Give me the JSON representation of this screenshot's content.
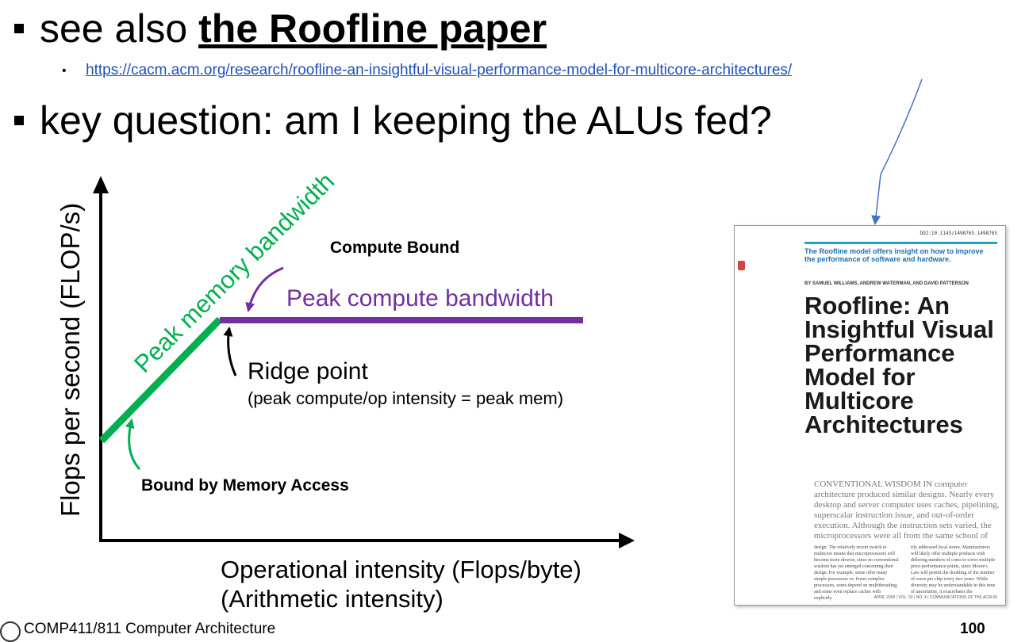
{
  "slide": {
    "line1_prefix": "see also",
    "line1_strong": "the Roofline paper",
    "link_bullet": "•",
    "link_url": "https://cacm.acm.org/research/roofline-an-insightful-visual-performance-model-for-multicore-architectures/",
    "line2": "key question: am I keeping the ALUs fed?"
  },
  "diagram": {
    "y_axis_label": "Flops per second (FLOP/s)",
    "x_axis_label_1": "Operational intensity (Flops/byte)",
    "x_axis_label_2": "(Arithmetic intensity)",
    "mem_label": "Peak memory bandwidth",
    "compute_label": "Peak compute bandwidth",
    "compute_bound": "Compute Bound",
    "ridge_title": "Ridge point",
    "ridge_sub": "(peak compute/op intensity = peak mem)",
    "memory_bound": "Bound by Memory Access",
    "colors": {
      "memory": "#00b050",
      "compute": "#7030a0",
      "axis": "#000000",
      "arrow": "#4472c4"
    }
  },
  "paper": {
    "doi": "DOI:10.1145/1498765.1498785",
    "tagline": "The Roofline model offers insight on how to improve the performance of software and hardware.",
    "authors": "BY SAMUEL WILLIAMS, ANDREW WATERMAN, AND DAVID PATTERSON",
    "title": "Roofline: An Insightful Visual Performance Model for Multicore Architectures",
    "lead": "CONVENTIONAL WISDOM IN computer architecture produced similar designs. Nearly every desktop and server computer uses caches, pipelining, superscalar instruction issue, and out-of-order execution. Although the instruction sets varied, the microprocessors were all from the same school of",
    "col1": "design. The relatively recent switch to multicore means that microprocessors will become more diverse, since no conventional wisdom has yet emerged concerning their design. For example, some offer many simple processors vs. fewer complex processors, some depend on multithreading, and some even replace caches with explicitly",
    "col2": "tily addressed local stores. Manufacturers will likely offer multiple products with differing numbers of cores to cover multiple price-performance points, since Moore's Law will permit the doubling of the number of cores per chip every two years. While diversity may be understandable in this time of uncertainty, it exacerbates the",
    "footer": "APRIL 2009 | VOL. 52 | NO. 4 | COMMUNICATIONS OF THE ACM 65"
  },
  "footer": {
    "course": "COMP411/811 Computer Architecture",
    "page": "100"
  }
}
